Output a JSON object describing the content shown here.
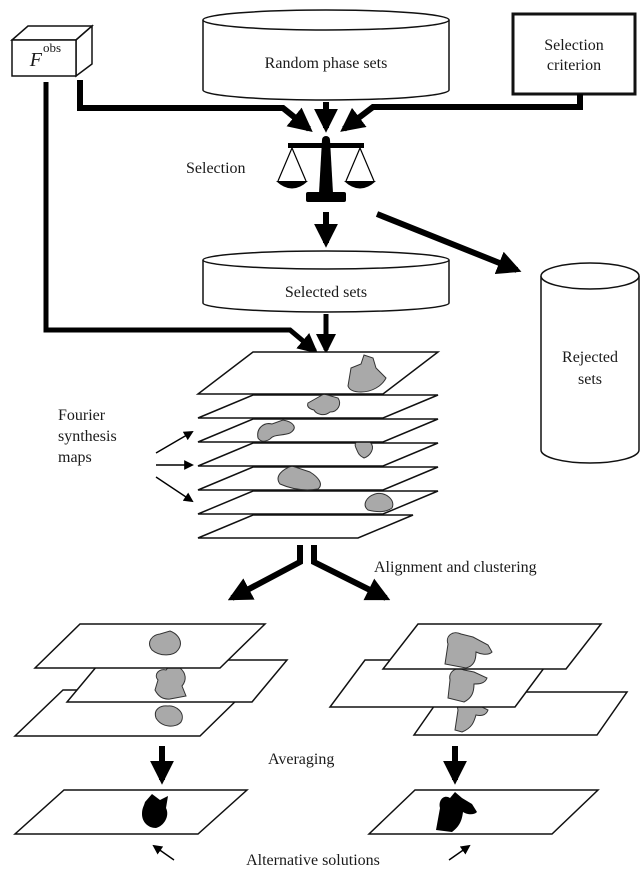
{
  "nodes": {
    "fobs": {
      "main": "F",
      "sup": "obs"
    },
    "random_phase_sets": "Random phase sets",
    "selection_criterion": [
      "Selection",
      "criterion"
    ],
    "selected_sets": "Selected sets",
    "rejected_sets": [
      "Rejected",
      "sets"
    ]
  },
  "steps": {
    "selection": "Selection",
    "fourier_maps": [
      "Fourier",
      "synthesis",
      "maps"
    ],
    "alignment": "Alignment and clustering",
    "averaging": "Averaging",
    "alternative_solutions": "Alternative solutions"
  },
  "colors": {
    "ink": "#000000",
    "blob_fill": "#a9a9a9",
    "paper": "#ffffff"
  }
}
